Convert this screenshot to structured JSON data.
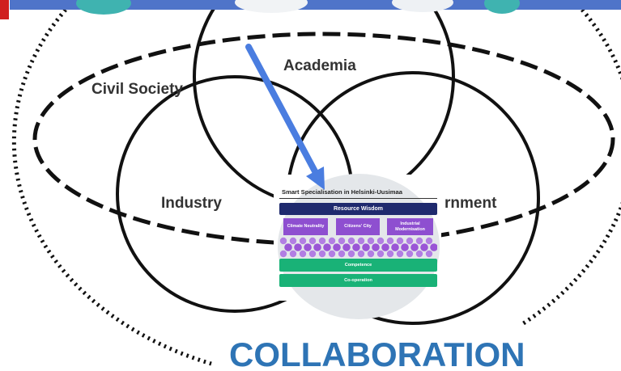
{
  "labels": {
    "academia": "Academia",
    "civil_society": "Civil Society",
    "industry": "Industry",
    "government_partial": "rnment"
  },
  "inset": {
    "title": "Smart Specialisation in Helsinki-Uusimaa",
    "header": "Resource Wisdom",
    "pillars": [
      "Climate Neutrality",
      "Citizens' City",
      "Industrial Modernisation"
    ],
    "bars": [
      "Competence",
      "Co-operation"
    ]
  },
  "caption": "COLLABORATION",
  "colors": {
    "caption": "#2e74b5",
    "arrow": "#4a7de0",
    "header_bar": "#1f2a6e",
    "pillar": "#8e4fd0",
    "dots": "#9a55d6",
    "green_bar": "#19b277",
    "top_band": "#4f74c9",
    "red_tab": "#d01f1f"
  }
}
